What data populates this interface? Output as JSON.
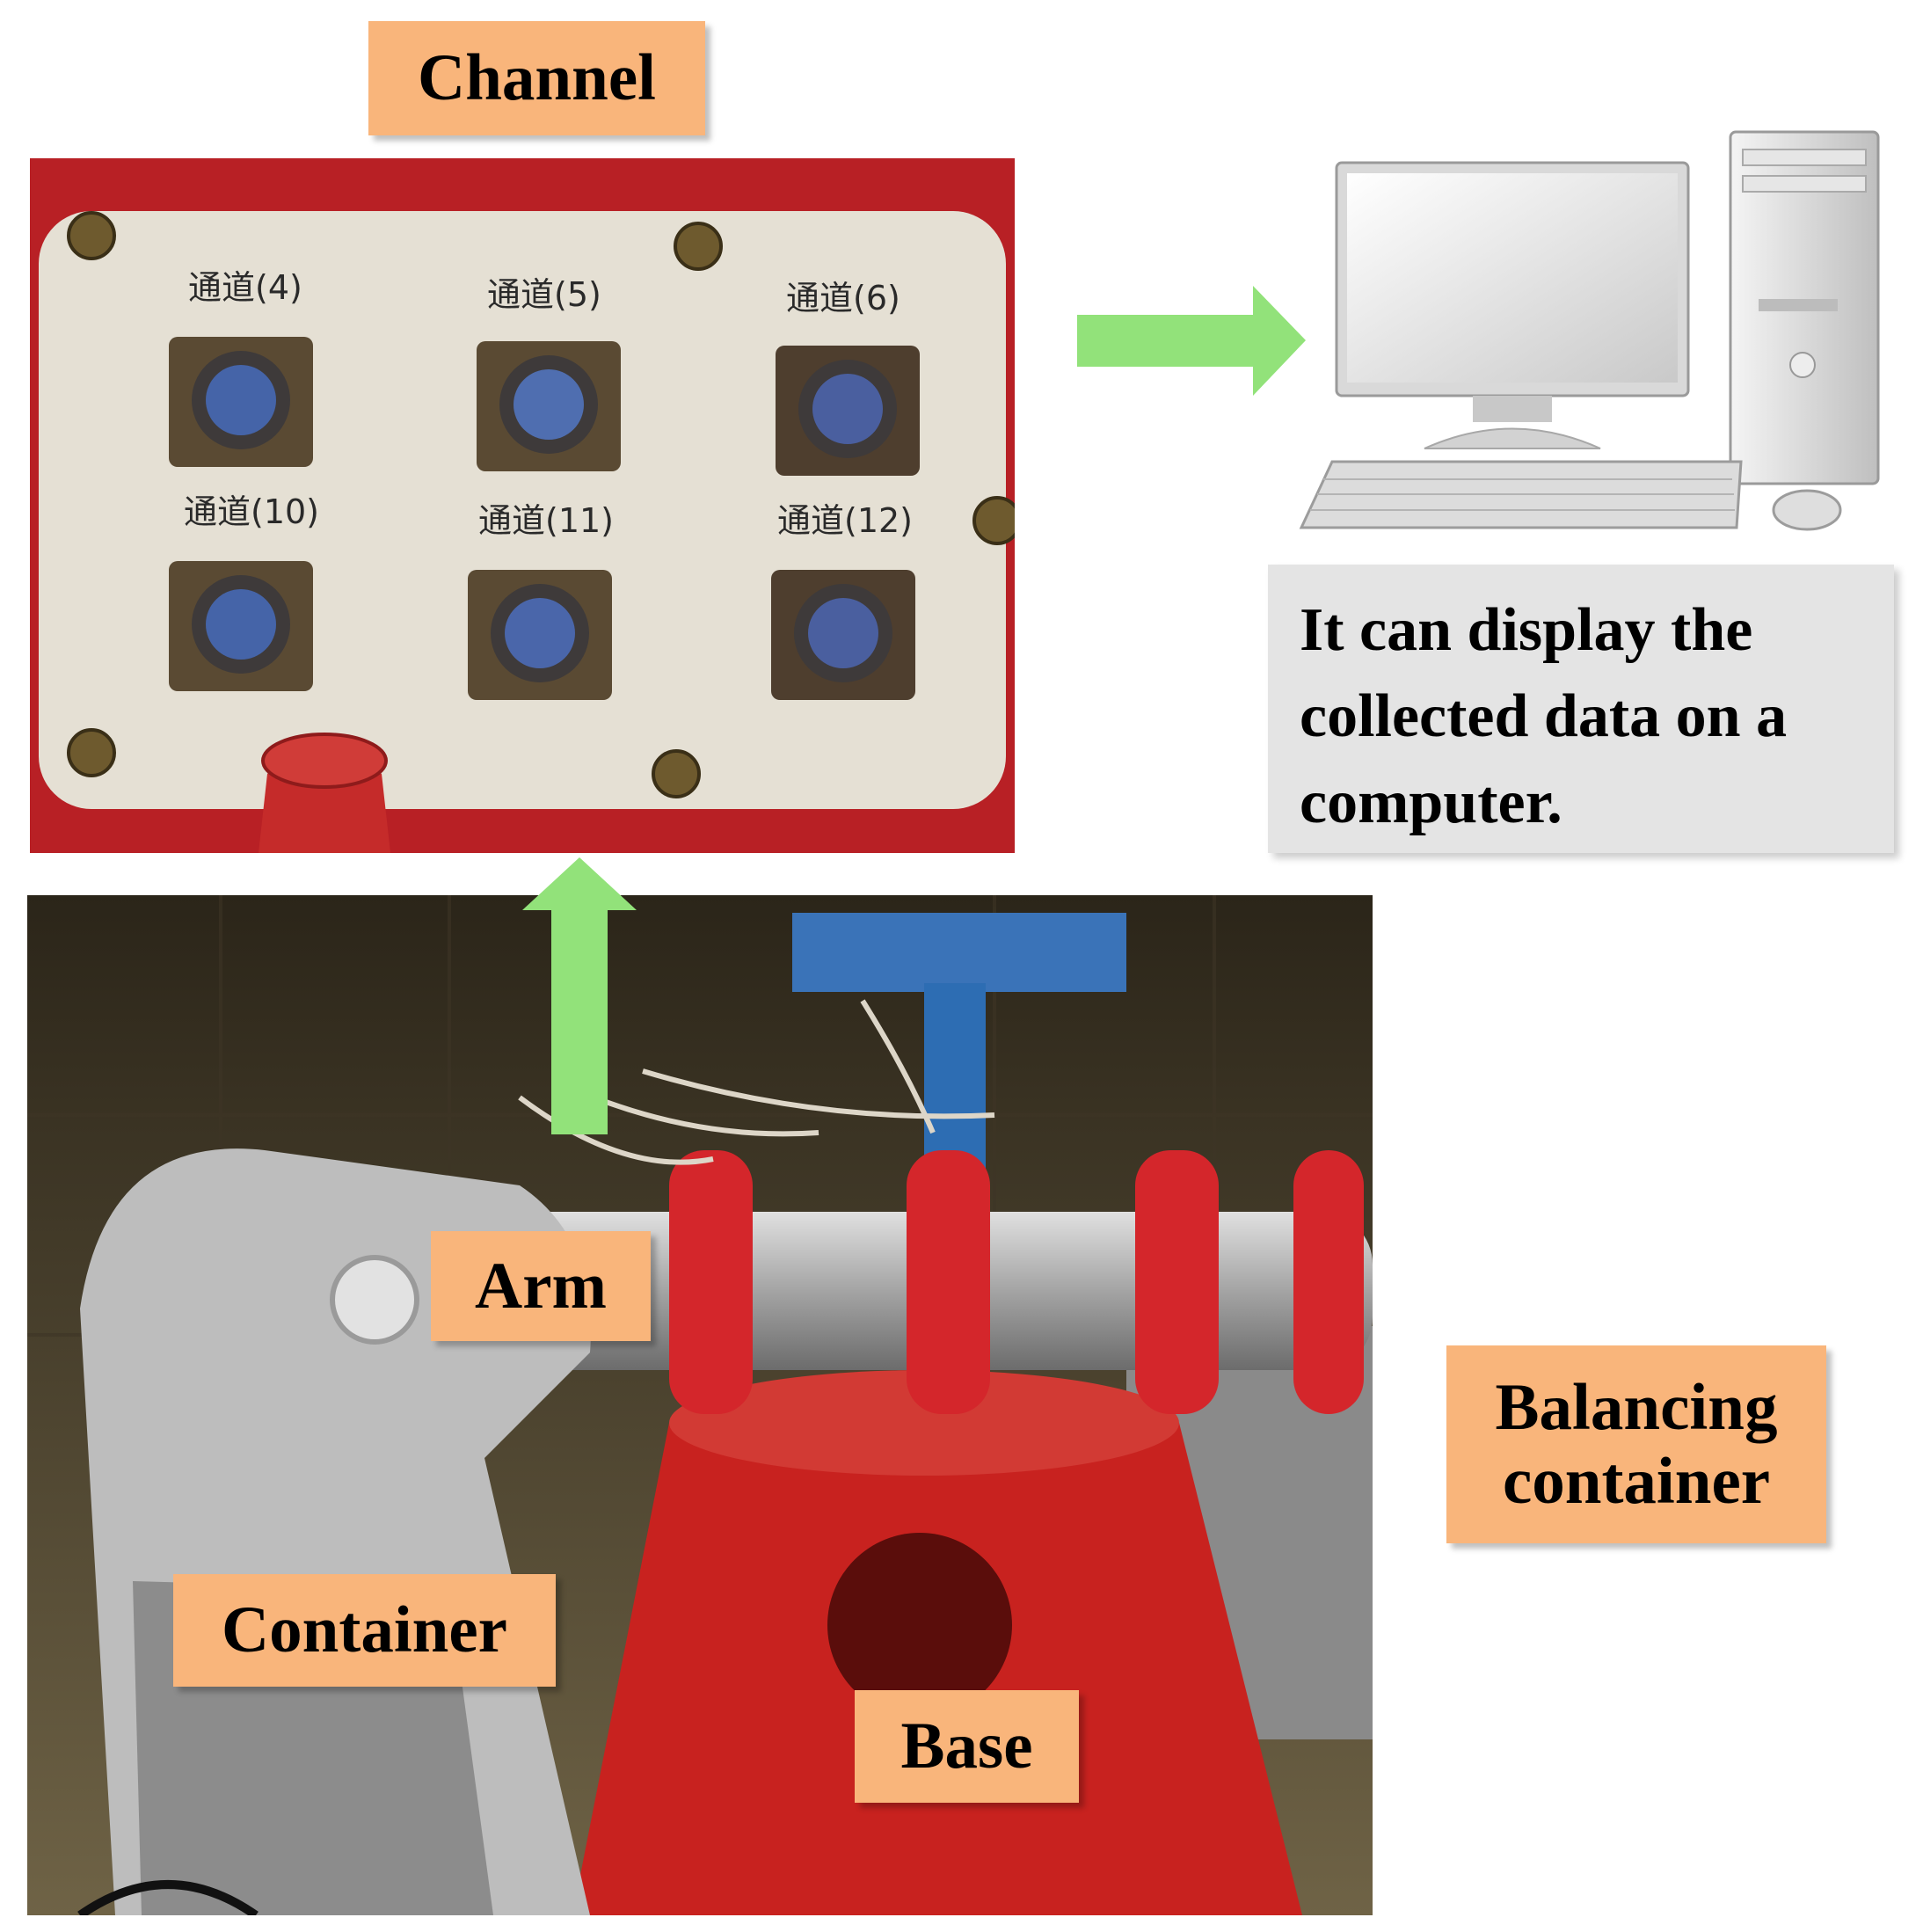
{
  "labels": {
    "channel": "Channel",
    "arm": "Arm",
    "container": "Container",
    "base": "Base",
    "balancing_container": "Balancing container"
  },
  "panel": {
    "channels": [
      "通道(4)",
      "通道(5)",
      "通道(6)",
      "通道(10)",
      "通道(11)",
      "通道(12)"
    ]
  },
  "computer_note": "It can display the collected data on a computer.",
  "colors": {
    "label_fill": "#f9b57b",
    "arrow_fill": "#92e27a",
    "note_fill": "#e4e4e4",
    "panel_frame": "#c0262b",
    "base_red": "#c8221f"
  }
}
